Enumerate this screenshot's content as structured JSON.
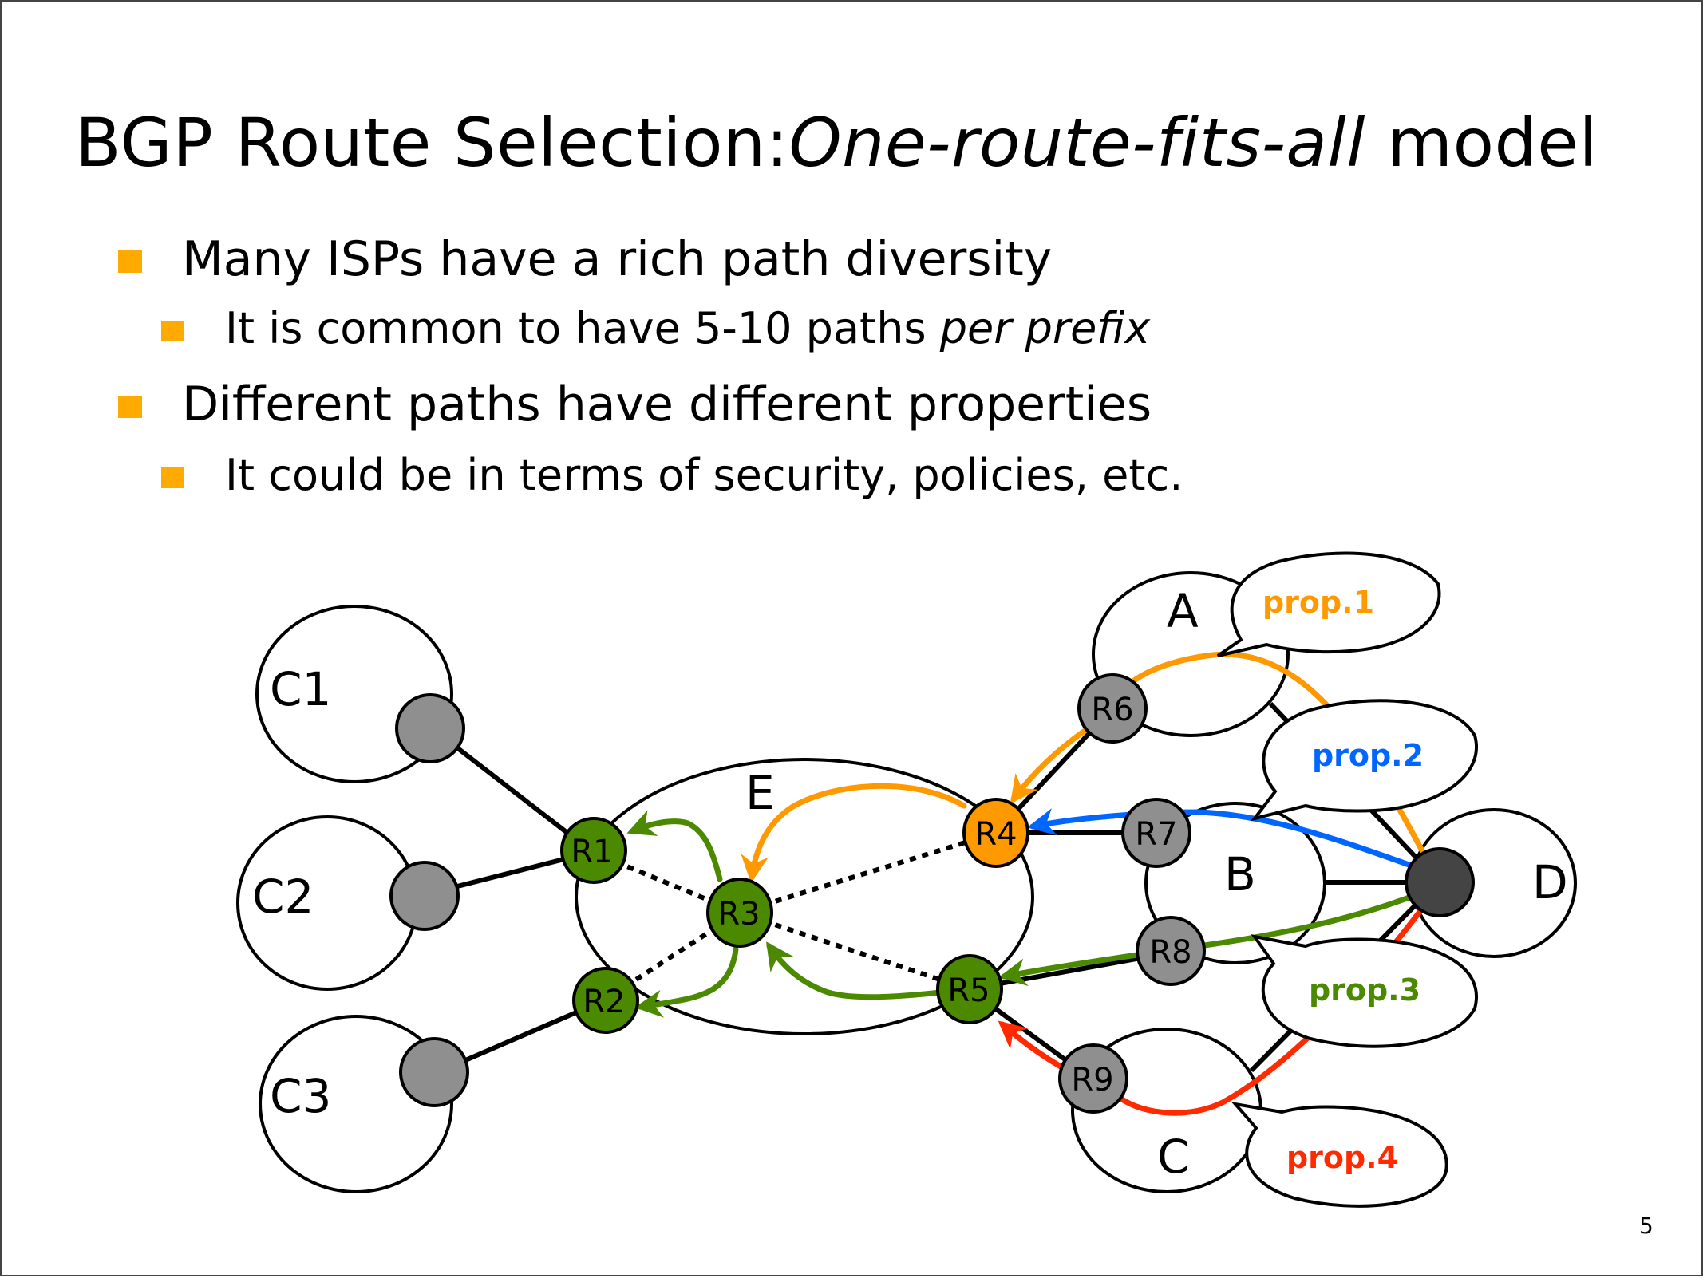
{
  "slide": {
    "title_plain": "BGP Route Selection:",
    "title_italic": "One-route-fits-all",
    "title_tail": " model",
    "bullets": [
      {
        "level": 1,
        "text": "Many ISPs have a rich path diversity"
      },
      {
        "level": 2,
        "text": "It is common to have 5-10 paths ",
        "italic": "per prefix"
      },
      {
        "level": 1,
        "text": "Different paths have different properties"
      },
      {
        "level": 2,
        "text": "It could be in terms of security, policies, etc."
      }
    ],
    "page_number": "5",
    "bullet_color": "#ffaa00"
  },
  "diagram": {
    "colors": {
      "green": "#4b8a00",
      "orange": "#ff9900",
      "blue": "#0066ff",
      "red": "#ff2a00",
      "gray": "#8f8f8f",
      "dark": "#444444"
    },
    "domains": {
      "C1": "C1",
      "C2": "C2",
      "C3": "C3",
      "E": "E",
      "A": "A",
      "B": "B",
      "C": "C",
      "D": "D"
    },
    "routers": {
      "R1": "R1",
      "R2": "R2",
      "R3": "R3",
      "R4": "R4",
      "R5": "R5",
      "R6": "R6",
      "R7": "R7",
      "R8": "R8",
      "R9": "R9"
    },
    "properties": {
      "prop1": "prop.1",
      "prop2": "prop.2",
      "prop3": "prop.3",
      "prop4": "prop.4"
    }
  }
}
